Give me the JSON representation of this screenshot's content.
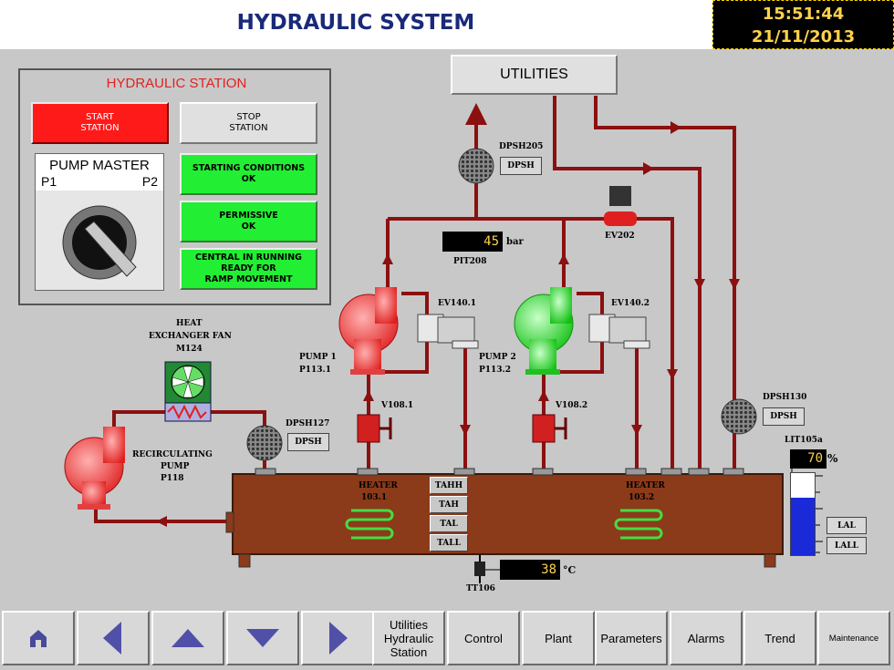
{
  "header": {
    "title": "HYDRAULIC SYSTEM",
    "time": "15:51:44",
    "date": "21/11/2013"
  },
  "utilities": {
    "label": "UTILITIES"
  },
  "station": {
    "title": "HYDRAULIC STATION",
    "start_line1": "START",
    "start_line2": "STATION",
    "stop_line1": "STOP",
    "stop_line2": "STATION",
    "pump_master": "PUMP MASTER",
    "p1": "P1",
    "p2": "P2",
    "cond1_line1": "STARTING CONDITIONS",
    "cond1_line2": "OK",
    "cond2_line1": "PERMISSIVE",
    "cond2_line2": "OK",
    "cond3_line1": "CENTRAL IN RUNNING",
    "cond3_line2": "READY FOR",
    "cond3_line3": "RAMP MOVEMENT"
  },
  "instruments": {
    "dpsh205": "DPSH205",
    "dpsh_tag": "DPSH",
    "ev202": "EV202",
    "pit208": "PIT208",
    "pit208_value": "45",
    "pit208_unit": "bar",
    "ev140_1": "EV140.1",
    "ev140_2": "EV140.2",
    "pump1_l1": "PUMP 1",
    "pump1_l2": "P113.1",
    "pump2_l1": "PUMP 2",
    "pump2_l2": "P113.2",
    "v108_1": "V108.1",
    "v108_2": "V108.2",
    "dpsh127": "DPSH127",
    "dpsh130": "DPSH130",
    "fan_l1": "HEAT",
    "fan_l2": "EXCHANGER FAN",
    "fan_l3": "M124",
    "recirc_l1": "RECIRCULATING",
    "recirc_l2": "PUMP",
    "recirc_l3": "P118",
    "heater1_l1": "HEATER",
    "heater1_l2": "103.1",
    "heater2_l1": "HEATER",
    "heater2_l2": "103.2",
    "tahh": "TAHH",
    "tah": "TAH",
    "tal": "TAL",
    "tall": "TALL",
    "tt106": "TT106",
    "tt106_value": "38",
    "tt106_unit": "°C",
    "lit105a": "LIT105a",
    "level_value": "70",
    "level_unit": "%",
    "level_fraction": 0.7,
    "lal": "LAL",
    "lall": "LALL"
  },
  "nav": {
    "home_icon": "home-icon",
    "left_icon": "arrow-left-icon",
    "up_icon": "arrow-up-icon",
    "down_icon": "arrow-down-icon",
    "right_icon": "arrow-right-icon",
    "utilities_l1": "Utilities",
    "utilities_l2": "Hydraulic",
    "utilities_l3": "Station",
    "control": "Control",
    "plant": "Plant",
    "parameters": "Parameters",
    "alarms": "Alarms",
    "trend": "Trend",
    "maintenance": "Maintenance"
  },
  "colors": {
    "pipe": "#8b1010",
    "tank": "#8b3a1a",
    "green": "#22ee33",
    "red": "#ff1a1a",
    "accent": "#1a2a7a"
  }
}
